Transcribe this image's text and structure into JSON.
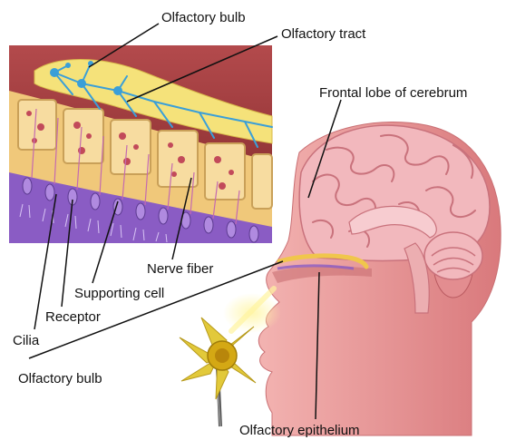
{
  "labels": {
    "olfactory_bulb_top": "Olfactory bulb",
    "olfactory_tract": "Olfactory tract",
    "frontal_lobe": "Frontal lobe of cerebrum",
    "nerve_fiber": "Nerve fiber",
    "supporting_cell": "Supporting cell",
    "receptor": "Receptor",
    "cilia": "Cilia",
    "olfactory_bulb_bottom": "Olfactory bulb",
    "olfactory_epithelium": "Olfactory epithelium"
  },
  "colors": {
    "skin": "#e9a0a0",
    "skin_dark": "#c96f73",
    "brain": "#f2b8bd",
    "brain_fold": "#c9727c",
    "inset_bg": "#9b3a3c",
    "bone": "#f0c87a",
    "bulb_yellow": "#f5e27a",
    "nerve_blue": "#3a9fd8",
    "receptor_purple": "#8a5cc4",
    "flower_yellow": "#e2c93a"
  }
}
